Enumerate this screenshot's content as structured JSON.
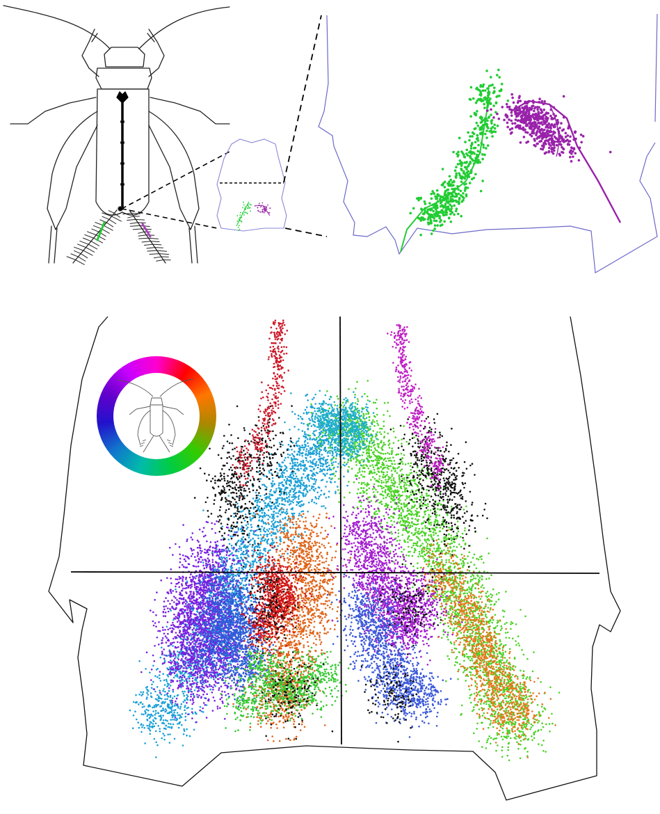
{
  "figure": {
    "background": "#ffffff",
    "outline_color": "#111111",
    "ganglion_outline_color": "#8a86d6",
    "seed": 7
  },
  "cricket_drawing": {
    "name": "cricket-body-outline",
    "stroke": "#222222"
  },
  "inset_ganglion": {
    "neurons": [
      {
        "name": "green-interneuron",
        "color": "#22cc33"
      },
      {
        "name": "purple-interneuron",
        "color": "#9922aa"
      }
    ]
  },
  "color_wheel": {
    "stops": [
      "#ff00cc",
      "#ff0000",
      "#ff7700",
      "#aa8800",
      "#33cc00",
      "#00cc44",
      "#00bbaa",
      "#1177cc",
      "#2211cc",
      "#6600cc",
      "#cc00ff",
      "#ff00cc"
    ]
  },
  "afferent_map": {
    "clusters": [
      {
        "name": "left-cyan-band",
        "color": "#1a9fd6",
        "count": 2600
      },
      {
        "name": "left-violet-lobe",
        "color": "#7a1fe0",
        "count": 2100
      },
      {
        "name": "left-blue-lobe",
        "color": "#2c5fd8",
        "count": 1400
      },
      {
        "name": "left-orange-core",
        "color": "#e06418",
        "count": 1500
      },
      {
        "name": "left-red-core",
        "color": "#d01414",
        "count": 900
      },
      {
        "name": "left-green-lower",
        "color": "#34c830",
        "count": 900
      },
      {
        "name": "left-black-dots",
        "color": "#111111",
        "count": 700
      },
      {
        "name": "left-crimson-top",
        "color": "#cc1a2a",
        "count": 380
      },
      {
        "name": "right-green-band",
        "color": "#4ad224",
        "count": 2800
      },
      {
        "name": "right-purple-core",
        "color": "#a21ccf",
        "count": 1700
      },
      {
        "name": "right-orange-lobe",
        "color": "#e6781c",
        "count": 1100
      },
      {
        "name": "right-blue-lobe",
        "color": "#3a58d8",
        "count": 1200
      },
      {
        "name": "right-black-dots",
        "color": "#111111",
        "count": 750
      },
      {
        "name": "right-magenta-top",
        "color": "#c01fc4",
        "count": 420
      },
      {
        "name": "right-cyan-top",
        "color": "#1fb0c8",
        "count": 600
      }
    ]
  }
}
